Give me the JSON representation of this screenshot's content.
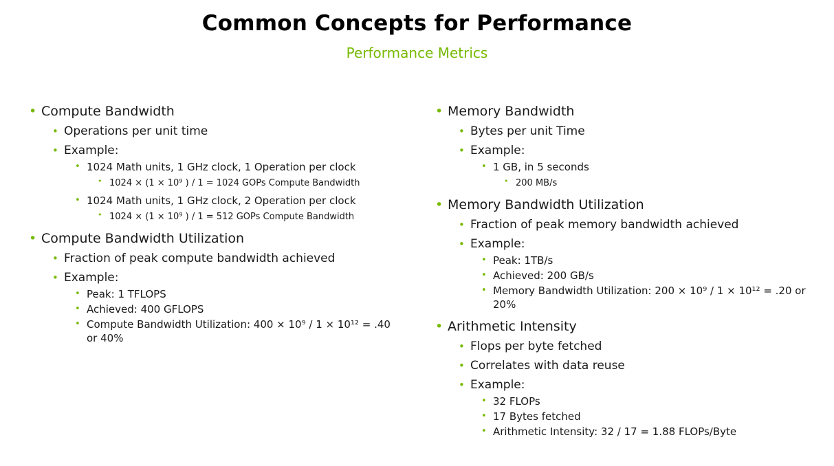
{
  "title": "Common Concepts for Performance",
  "subtitle": "Performance Metrics",
  "accent_color": "#76b900",
  "left": {
    "compute_bandwidth": {
      "label": "Compute Bandwidth",
      "ops_per_time": "Operations per unit time",
      "example": "Example:",
      "ex1": "1024 Math units, 1 GHz clock, 1 Operation per clock",
      "ex1_calc": "1024 × (1 × 10⁹ ) / 1 = 1024 GOPs Compute Bandwidth",
      "ex2": "1024 Math units, 1 GHz clock, 2 Operation per clock",
      "ex2_calc": "1024 × (1 × 10⁹ ) / 1 = 512 GOPs Compute Bandwidth"
    },
    "compute_util": {
      "label": "Compute Bandwidth Utilization",
      "fraction": "Fraction of peak compute bandwidth achieved",
      "example": "Example:",
      "peak": "Peak: 1 TFLOPS",
      "achieved": "Achieved: 400 GFLOPS",
      "util": "Compute Bandwidth Utilization: 400 × 10⁹ / 1 × 10¹²  = .40 or 40%"
    }
  },
  "right": {
    "memory_bandwidth": {
      "label": "Memory Bandwidth",
      "bytes_per_time": "Bytes per unit Time",
      "example": "Example:",
      "ex1": "1 GB, in 5 seconds",
      "ex1_result": "200 MB/s"
    },
    "memory_util": {
      "label": "Memory Bandwidth Utilization",
      "fraction": "Fraction of peak memory bandwidth achieved",
      "example": "Example:",
      "peak": "Peak: 1TB/s",
      "achieved": "Achieved: 200 GB/s",
      "util": "Memory Bandwidth Utilization: 200 × 10⁹ / 1 × 10¹²  = .20 or 20%"
    },
    "arith_intensity": {
      "label": "Arithmetic Intensity",
      "flops_per_byte": "Flops per byte fetched",
      "correlates": "Correlates with data reuse",
      "example": "Example:",
      "flops": "32 FLOPs",
      "bytes": "17 Bytes fetched",
      "intensity": "Arithmetic Intensity: 32 / 17 = 1.88 FLOPs/Byte"
    }
  }
}
